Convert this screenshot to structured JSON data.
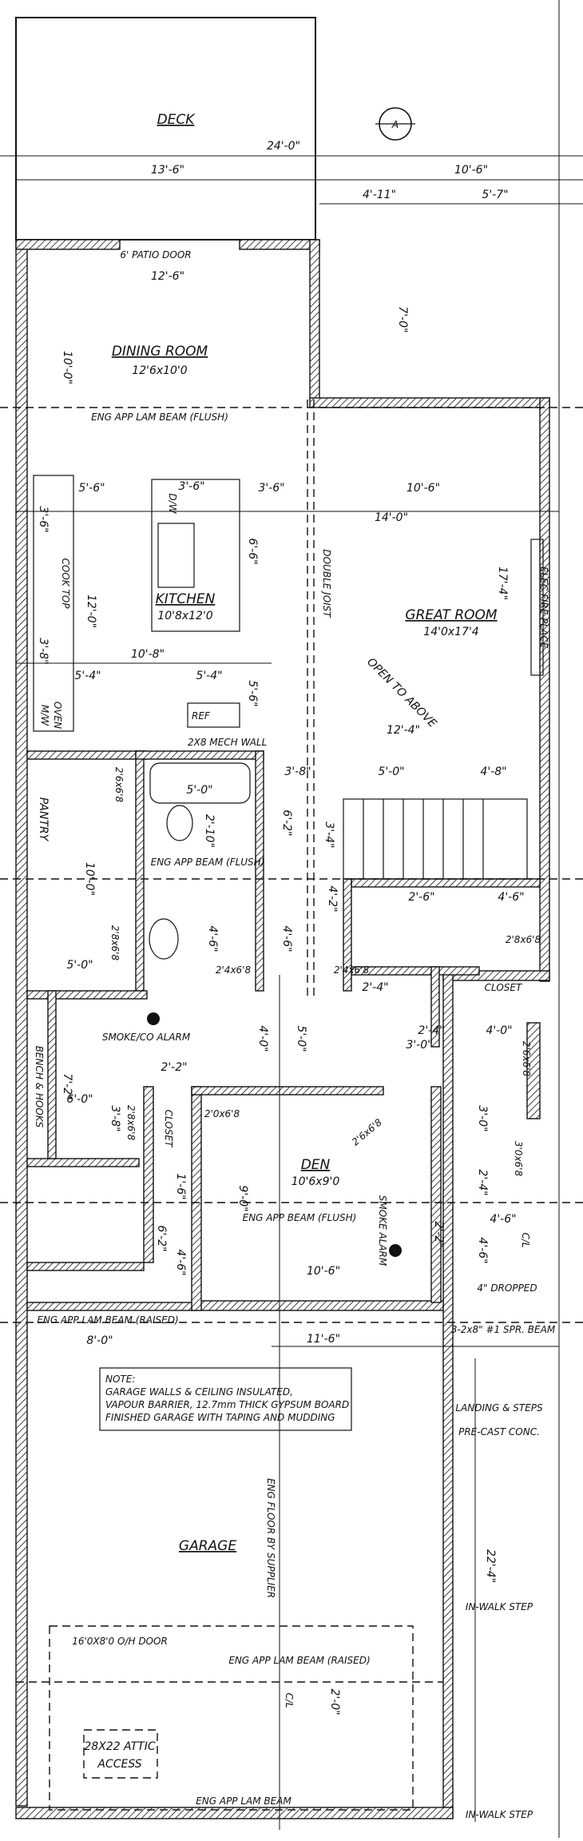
{
  "rooms": {
    "deck": "DECK",
    "dining_room": "DINING ROOM",
    "dining_room_size": "12'6x10'0",
    "kitchen": "KITCHEN",
    "kitchen_size": "10'8x12'0",
    "great_room": "GREAT ROOM",
    "great_room_size": "14'0x17'4",
    "den": "DEN",
    "den_size": "10'6x9'0",
    "garage": "GARAGE",
    "pantry": "PANTRY",
    "closet_1": "CLOSET",
    "closet_2": "CLOSET",
    "bench_hooks": "BENCH & HOOKS"
  },
  "labels": {
    "patio_door": "6' PATIO DOOR",
    "eng_beam_flush_1": "ENG APP LAM BEAM (FLUSH)",
    "eng_beam_flush_2": "ENG APP BEAM (FLUSH)",
    "eng_beam_flush_3": "ENG APP BEAM (FLUSH)",
    "eng_beam_raised_1": "ENG APP LAM BEAM (RAISED)",
    "eng_beam_raised_2": "ENG APP LAM BEAM (RAISED)",
    "eng_beam_bottom": "ENG APP LAM BEAM",
    "double_joist": "DOUBLE JOIST",
    "open_to_above": "OPEN TO ABOVE",
    "fireplace": "ELEC FIRE PLACE",
    "ref": "REF",
    "mech_wall": "2X8 MECH WALL",
    "smoke_alarm_1": "SMOKE/CO ALARM",
    "smoke_alarm_2": "SMOKE ALARM",
    "dropped": "4\" DROPPED",
    "spr_beam": "3-2x8\" #1 SPR. BEAM",
    "landing": "LANDING & STEPS",
    "precast": "PRE-CAST CONC.",
    "in_walk_step_1": "IN-WALK STEP",
    "in_walk_step_2": "IN-WALK STEP",
    "floor_supplier": "ENG FLOOR BY SUPPLIER",
    "oh_door": "16'0X8'0 O/H DOOR",
    "attic_1": "28X22 ATTIC",
    "attic_2": "ACCESS",
    "oven": "OVEN",
    "mw": "M/W",
    "cook_top": "COOK TOP",
    "dw": "D/W",
    "cl_1": "C/L",
    "cl_2": "C/L",
    "note_1": "NOTE:",
    "note_2": "GARAGE WALLS & CEILING INSULATED,",
    "note_3": "VAPOUR BARRIER, 12.7mm THICK GYPSUM BOARD",
    "note_4": "FINISHED GARAGE WITH TAPING AND MUDDING"
  },
  "dims": {
    "d_24_0": "24'-0\"",
    "d_13_6": "13'-6\"",
    "d_10_6a": "10'-6\"",
    "d_4_11": "4'-11\"",
    "d_5_7": "5'-7\"",
    "d_12_6": "12'-6\"",
    "d_7_0a": "7'-0\"",
    "d_10_0a": "10'-0\"",
    "d_5_6a": "5'-6\"",
    "d_3_6a": "3'-6\"",
    "d_3_6b": "3'-6\"",
    "d_10_6b": "10'-6\"",
    "d_14_0": "14'-0\"",
    "d_3_6c": "3'-6\"",
    "d_6_6": "6'-6\"",
    "d_12_0": "12'-0\"",
    "d_17_4": "17'-4\"",
    "d_3_8": "3'-8\"",
    "d_10_8": "10'-8\"",
    "d_5_4a": "5'-4\"",
    "d_5_4b": "5'-4\"",
    "d_5_6b": "5'-6\"",
    "d_12_4": "12'-4\"",
    "d_2_6x6_8a": "2'6x6'8",
    "d_5_0a": "5'-0\"",
    "d_3_8b": "3'-8\"",
    "d_5_0b": "5'-0\"",
    "d_4_8": "4'-8\"",
    "d_6_2a": "6'-2\"",
    "d_2_10": "2'-10\"",
    "d_3_4": "3'-4\"",
    "d_10_0b": "10'-0\"",
    "d_2_6a": "2'-6\"",
    "d_4_6a": "4'-6\"",
    "d_4_2": "4'-2\"",
    "d_4_6b": "4'-6\"",
    "d_4_6c": "4'-6\"",
    "d_2_4x6_8": "2'4x6'8",
    "d_2_8x6_8a": "2'8x6'8",
    "d_2_8x6_8b": "2'8x6'8",
    "d_2_4a": "2'-4\"",
    "d_5_0c": "5'-0\"",
    "d_2_4x6_8b": "2'4x6'8",
    "d_4_0a": "4'-0\"",
    "d_5_0d": "5'-0\"",
    "d_3_0a": "3'-0\"",
    "d_2_4b": "2'-4\"",
    "d_4_0b": "4'-0\"",
    "d_2_6x6_8b": "2'6x6'8",
    "d_7_2": "7'-2\"",
    "d_6_0": "6'-0\"",
    "d_2_2": "2'-2\"",
    "d_3_8c": "3'-8\"",
    "d_2_8x6_8c": "2'8x6'8",
    "d_2_0x6_8": "2'0x6'8",
    "d_2_6x6_8c": "2'6x6'8",
    "d_3_0b": "3'-0\"",
    "d_3_0x6_8": "3'0x6'8",
    "d_1_6": "1'-6\"",
    "d_9_0": "9'-0\"",
    "d_6_2b": "6'-2\"",
    "d_4_6d": "4'-6\"",
    "d_2_4c": "2'-4\"",
    "d_4_6e": "4'-6\"",
    "d_4_6f": "4'-6\"",
    "d_2_2b": "2'-2\"",
    "d_10_6c": "10'-6\"",
    "d_8_0": "8'-0\"",
    "d_11_6": "11'-6\"",
    "d_22_4": "22'-4\"",
    "d_2_0": "2'-0\""
  },
  "section_marker": "A"
}
